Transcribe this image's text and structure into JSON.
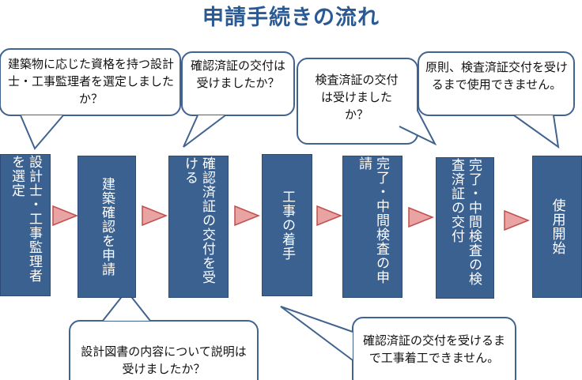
{
  "title": "申請手続きの流れ",
  "steps": [
    {
      "label": "設計士・工事監理者を選定"
    },
    {
      "label": "建築確認を申請"
    },
    {
      "label": "確認済証の交付を受ける"
    },
    {
      "label": "工事の着手"
    },
    {
      "label": "完了・中間検査の申請"
    },
    {
      "label": "完了・中間検査の検査済証の交付"
    },
    {
      "label": "使用開始"
    }
  ],
  "callouts": [
    {
      "text": "建築物に応じた資格を持つ設計士・工事監理者を選定しましたか？"
    },
    {
      "text": "確認済証の交付は受けましたか？"
    },
    {
      "text": "検査済証の交付は受けましたか？"
    },
    {
      "text": "原則、検査済証交付を受けるまで使用できません。"
    },
    {
      "text": "設計図書の内容について説明は受けましたか？"
    },
    {
      "text": "確認済証の交付を受けるまで工事着工できません。"
    }
  ],
  "colors": {
    "step": "#3b6191",
    "arrow_fill": "#eaa3a3",
    "arrow_stroke": "#c0504d",
    "callout_stroke": "#41638f",
    "title": "#2a5a94"
  }
}
